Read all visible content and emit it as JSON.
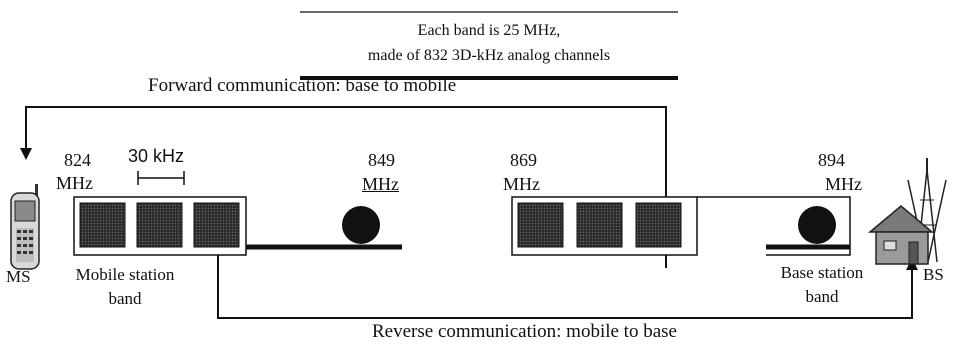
{
  "header": {
    "line1": "Each band is 25 MHz,",
    "line2": "made of 832 3D-kHz analog channels"
  },
  "forward_label": "Forward communication: base to mobile",
  "reverse_label": "Reverse communication: mobile to base",
  "freq": {
    "f824_num": "824",
    "f824_unit": "MHz",
    "f849_num": "849",
    "f849_unit": "MHz",
    "f869_num": "869",
    "f869_unit": "MHz",
    "f894_num": "894",
    "f894_unit": "MHz"
  },
  "channel_width": "30 kHz",
  "mobile_band_line1": "Mobile station",
  "mobile_band_line2": "band",
  "base_band_line1": "Base station",
  "base_band_line2": "band",
  "ms_label": "MS",
  "bs_label": "BS",
  "icons": {
    "phone": "mobile-phone-icon",
    "tower": "base-station-building-icon"
  },
  "colors": {
    "line": "#111111",
    "channel_fill": "#3a3a3a"
  }
}
